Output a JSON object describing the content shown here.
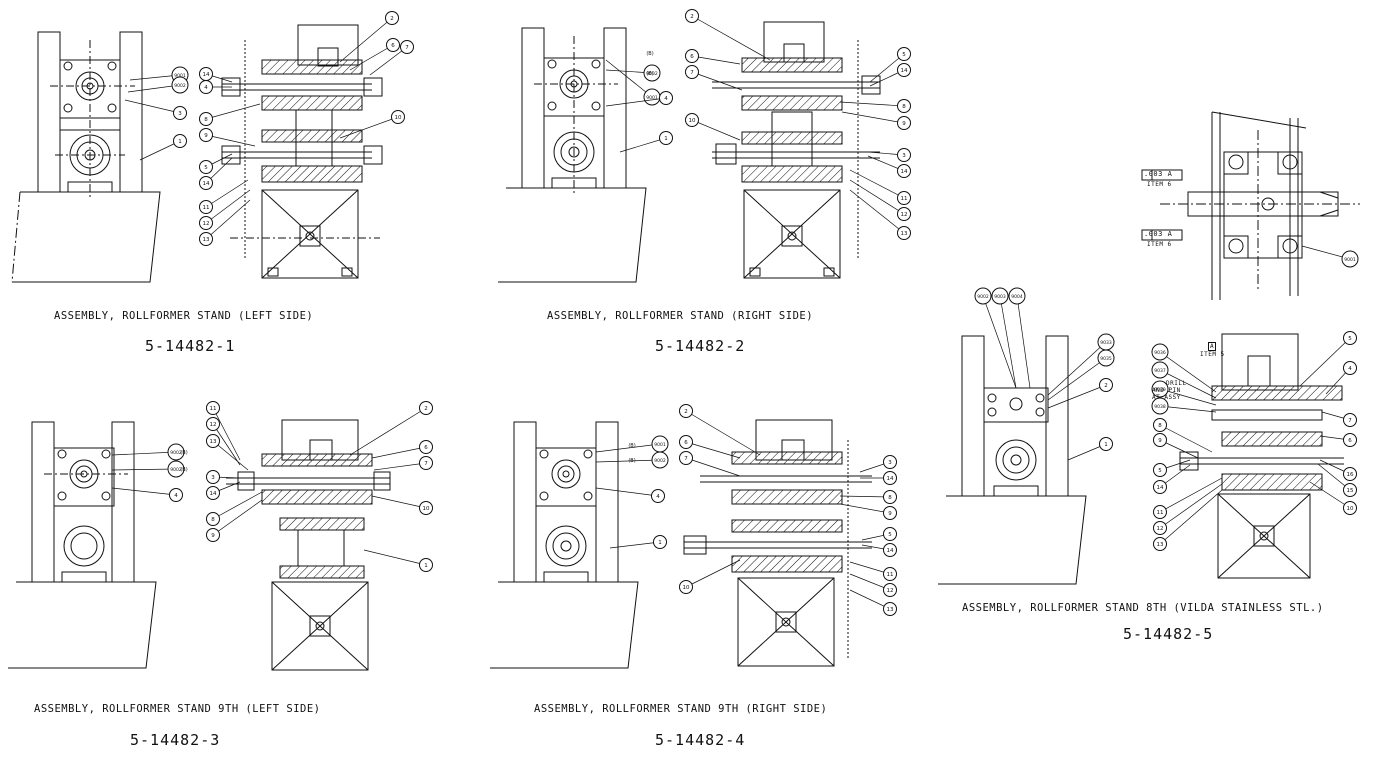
{
  "views": [
    {
      "title": "ASSEMBLY, ROLLFORMER STAND (LEFT SIDE)",
      "number": "5-14482-1"
    },
    {
      "title": "ASSEMBLY, ROLLFORMER STAND (RIGHT SIDE)",
      "number": "5-14482-2"
    },
    {
      "title": "ASSEMBLY, ROLLFORMER STAND 9TH (LEFT SIDE)",
      "number": "5-14482-3"
    },
    {
      "title": "ASSEMBLY, ROLLFORMER STAND 9TH (RIGHT SIDE)",
      "number": "5-14482-4"
    },
    {
      "title": "ASSEMBLY, ROLLFORMER STAND 8TH (VILDA STAINLESS STL.)",
      "number": "5-14482-5"
    }
  ],
  "notes": {
    "tolerance_a": ".003 A",
    "tolerance_b": ".003 A",
    "item6_a": "ITEM 6",
    "item6_b": "ITEM 6",
    "datum": "A",
    "item5": "ITEM 5",
    "drill_line1": "DRILL",
    "drill_line2": "AND PIN",
    "drill_line3": "AT ASSY"
  },
  "balloons": {
    "v1": [
      "2",
      "6",
      "7",
      "9001",
      "9002",
      "3",
      "14",
      "4",
      "8",
      "10",
      "9",
      "1",
      "5",
      "14",
      "11",
      "12",
      "13"
    ],
    "v2": [
      "2",
      "5",
      "14",
      "9001",
      "9002",
      "6",
      "7",
      "4",
      "8",
      "9",
      "10",
      "1",
      "3",
      "14",
      "11",
      "12",
      "13"
    ],
    "v3": [
      "2",
      "11",
      "12",
      "13",
      "9002",
      "9002",
      "6",
      "7",
      "3",
      "14",
      "4",
      "8",
      "10",
      "9",
      "1"
    ],
    "v4": [
      "2",
      "9001",
      "9002",
      "6",
      "7",
      "3",
      "14",
      "4",
      "8",
      "9",
      "5",
      "14",
      "10",
      "11",
      "12",
      "13",
      "1"
    ],
    "v5": [
      "9002",
      "9003",
      "9004",
      "9033",
      "9035",
      "2",
      "1",
      "5",
      "4",
      "9036",
      "9037",
      "9039",
      "9038",
      "7",
      "6",
      "8",
      "9",
      "5",
      "14",
      "16",
      "15",
      "11",
      "12",
      "13",
      "10"
    ],
    "detail": [
      "9001"
    ],
    "b_group": [
      "(B)",
      "(B)",
      "(B)",
      "(B)",
      "(B)",
      "(B)"
    ]
  }
}
